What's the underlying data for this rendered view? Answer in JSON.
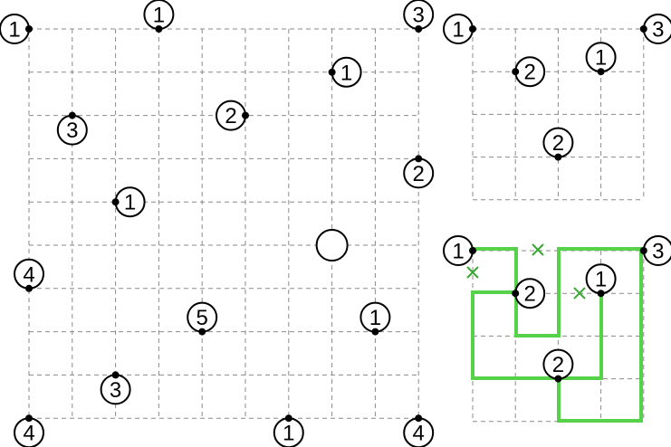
{
  "puzzles": [
    {
      "id": "main",
      "clues": [
        {
          "col": 0,
          "row": 0,
          "n": "1",
          "dot": "right"
        },
        {
          "col": 3,
          "row": 0,
          "n": "1",
          "dot": "bottom"
        },
        {
          "col": 9,
          "row": 0,
          "n": "3",
          "dot": "bottom"
        },
        {
          "col": 7,
          "row": 1,
          "n": "1",
          "dot": "left"
        },
        {
          "col": 1,
          "row": 2,
          "n": "3",
          "dot": "top"
        },
        {
          "col": 5,
          "row": 2,
          "n": "2",
          "dot": "right"
        },
        {
          "col": 9,
          "row": 3,
          "n": "2",
          "dot": "top"
        },
        {
          "col": 2,
          "row": 4,
          "n": "1",
          "dot": "left"
        },
        {
          "col": 7,
          "row": 5,
          "n": "",
          "dot": ""
        },
        {
          "col": 0,
          "row": 6,
          "n": "4",
          "dot": "bottom"
        },
        {
          "col": 4,
          "row": 7,
          "n": "5",
          "dot": "bottom"
        },
        {
          "col": 8,
          "row": 7,
          "n": "1",
          "dot": "bottom"
        },
        {
          "col": 2,
          "row": 8,
          "n": "3",
          "dot": "top"
        },
        {
          "col": 0,
          "row": 9,
          "n": "4",
          "dot": "top"
        },
        {
          "col": 6,
          "row": 9,
          "n": "1",
          "dot": "top"
        },
        {
          "col": 9,
          "row": 9,
          "n": "4",
          "dot": "top"
        }
      ]
    },
    {
      "id": "example",
      "clues": [
        {
          "col": 0,
          "row": 0,
          "n": "1",
          "dot": "right"
        },
        {
          "col": 4,
          "row": 0,
          "n": "3",
          "dot": "left"
        },
        {
          "col": 1,
          "row": 1,
          "n": "2",
          "dot": "left"
        },
        {
          "col": 3,
          "row": 1,
          "n": "1",
          "dot": "bottom"
        },
        {
          "col": 2,
          "row": 3,
          "n": "2",
          "dot": "bottom"
        }
      ]
    },
    {
      "id": "solution",
      "clues": [
        {
          "col": 0,
          "row": 0,
          "n": "1",
          "dot": "right"
        },
        {
          "col": 4,
          "row": 0,
          "n": "3",
          "dot": "left"
        },
        {
          "col": 1,
          "row": 1,
          "n": "2",
          "dot": "left"
        },
        {
          "col": 3,
          "row": 1,
          "n": "1",
          "dot": "bottom"
        },
        {
          "col": 2,
          "row": 3,
          "n": "2",
          "dot": "bottom"
        }
      ],
      "path_colour": "#55d14a",
      "cross_colour": "#3aa832"
    }
  ]
}
